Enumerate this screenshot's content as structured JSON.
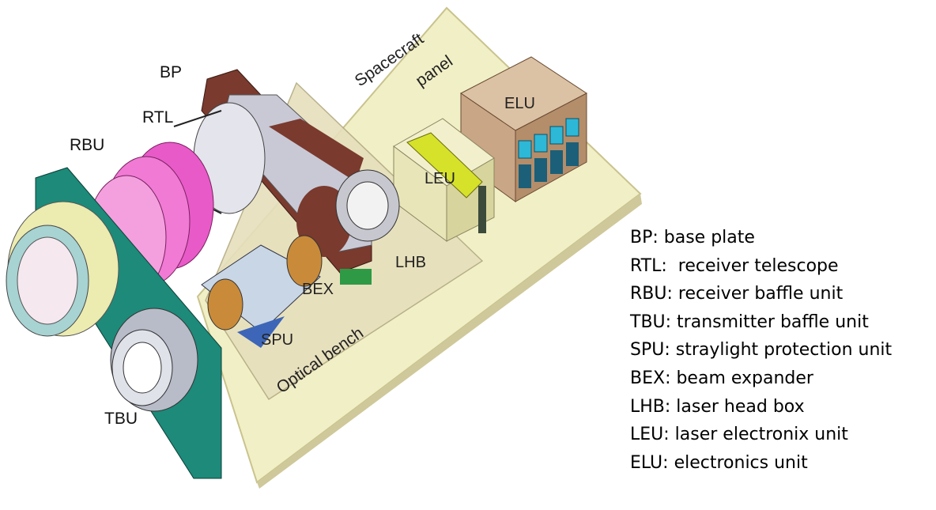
{
  "diagram_labels": {
    "bp": "BP",
    "rtl": "RTL",
    "rbu": "RBU",
    "tbu": "TBU",
    "spu": "SPU",
    "bex": "BEX",
    "lhb": "LHB",
    "leu": "LEU",
    "elu": "ELU",
    "spacecraft_line1": "Spacecraft",
    "spacecraft_line2": "panel",
    "optical_bench": "Optical bench"
  },
  "legend": [
    "BP: base plate",
    "RTL:  receiver telescope",
    "RBU: receiver baffle unit",
    "TBU: transmitter baffle unit",
    "SPU: straylight protection unit",
    "BEX: beam expander",
    "LHB: laser head box",
    "LEU: laser electronix unit",
    "ELU: electronics unit"
  ],
  "colors": {
    "panel": "#f1efc6",
    "bench": "#e6dfbd",
    "baseplate": "#7a3a2e",
    "elu_box": "#c9a685",
    "elu_connectors": "#2db8d8",
    "leu_box": "#e8e5b8",
    "leu_accent": "#d6e22a",
    "rbu_pink": "#e85ac8",
    "mount_green": "#1d8a7a",
    "tbu_grey": "#b8bcc8",
    "tbu_yellow": "#ecebb0",
    "spu_blue": "#3d66b8"
  }
}
